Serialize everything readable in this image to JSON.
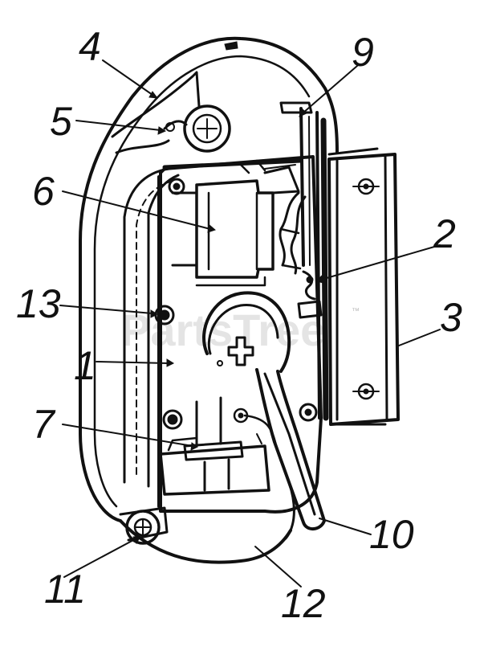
{
  "watermark": {
    "text": "PartsTree",
    "trademark": "™"
  },
  "callouts": {
    "part_1": "1",
    "part_2": "2",
    "part_3": "3",
    "part_4": "4",
    "part_5": "5",
    "part_6": "6",
    "part_7": "7",
    "part_9": "9",
    "part_10": "10",
    "part_11": "11",
    "part_12": "12",
    "part_13": "13"
  },
  "colors": {
    "ink": "#111111",
    "paper": "#ffffff",
    "watermark": "#cfcfcf"
  }
}
